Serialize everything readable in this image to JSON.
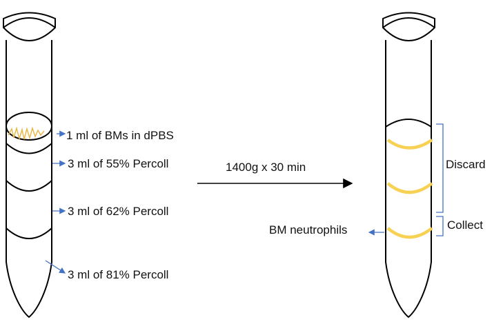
{
  "left_tube": {
    "layers": [
      "1 ml of BMs in dPBS",
      "3 ml of 55% Percoll",
      "3 ml of 62% Percoll",
      "3 ml of 81% Percoll"
    ]
  },
  "centrifuge_step": "1400g x 30 min",
  "right_tube": {
    "discard_label": "Discard",
    "collect_label": "Collect",
    "neutrophils_label": "BM neutrophils"
  },
  "colors": {
    "outline": "#000000",
    "arrow_blue": "#4472c4",
    "band_yellow": "#f7d154",
    "bracket_blue": "#4472c4"
  }
}
